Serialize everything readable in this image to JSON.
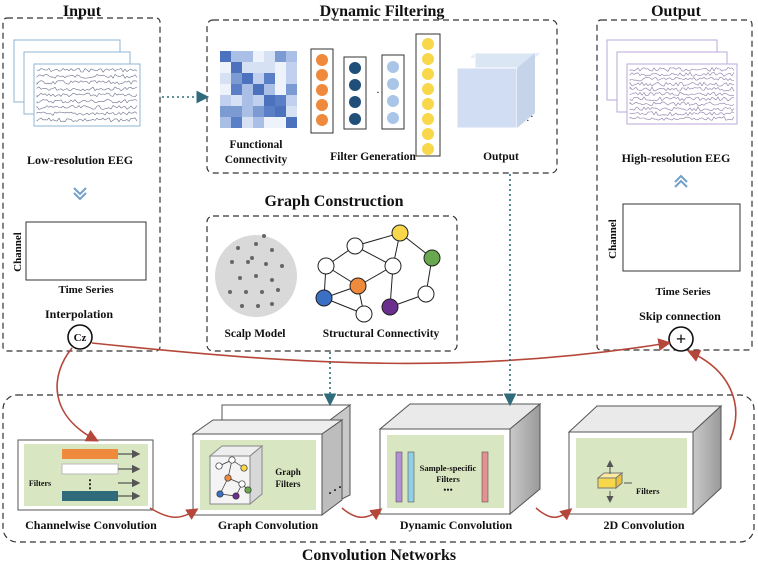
{
  "input": {
    "title": "Input",
    "eeg_label": "Low-resolution EEG",
    "y_axis": "Channel",
    "x_axis": "Time Series",
    "interp_label": "Interpolation",
    "interp_symbol": "Cz"
  },
  "dynamic_filtering": {
    "title": "Dynamic Filtering",
    "fc_label_line1": "Functional",
    "fc_label_line2": "Connectivity",
    "filter_gen_label": "Filter Generation",
    "output_label": "Output"
  },
  "output": {
    "title": "Output",
    "eeg_label": "High-resolution EEG",
    "y_axis": "Channel",
    "x_axis": "Time Series",
    "skip_label": "Skip connection"
  },
  "graph_construction": {
    "title": "Graph Construction",
    "scalp_label": "Scalp Model",
    "structural_label": "Structural Connectivity"
  },
  "networks": {
    "title": "Convolution Networks",
    "channelwise": {
      "label": "Channelwise Convolution",
      "filters": "Filters"
    },
    "graph": {
      "label": "Graph Convolution",
      "filters_line1": "Graph",
      "filters_line2": "Filters"
    },
    "dynamic": {
      "label": "Dynamic Convolution",
      "line1": "Sample-specific",
      "line2": "Filters"
    },
    "conv2d": {
      "label": "2D Convolution",
      "filters": "Filters"
    }
  },
  "colors": {
    "orange": "#ef8a3c",
    "navy": "#1f4e79",
    "lightblue": "#a9c5e8",
    "yellow": "#f8d84a",
    "green": "#6aa84f",
    "purple": "#6b2d8e",
    "blue": "#3a6fc4",
    "red_arrow": "#b5473a",
    "teal_arrow": "#2f6b7a",
    "panel_green": "#d9e6c2"
  }
}
